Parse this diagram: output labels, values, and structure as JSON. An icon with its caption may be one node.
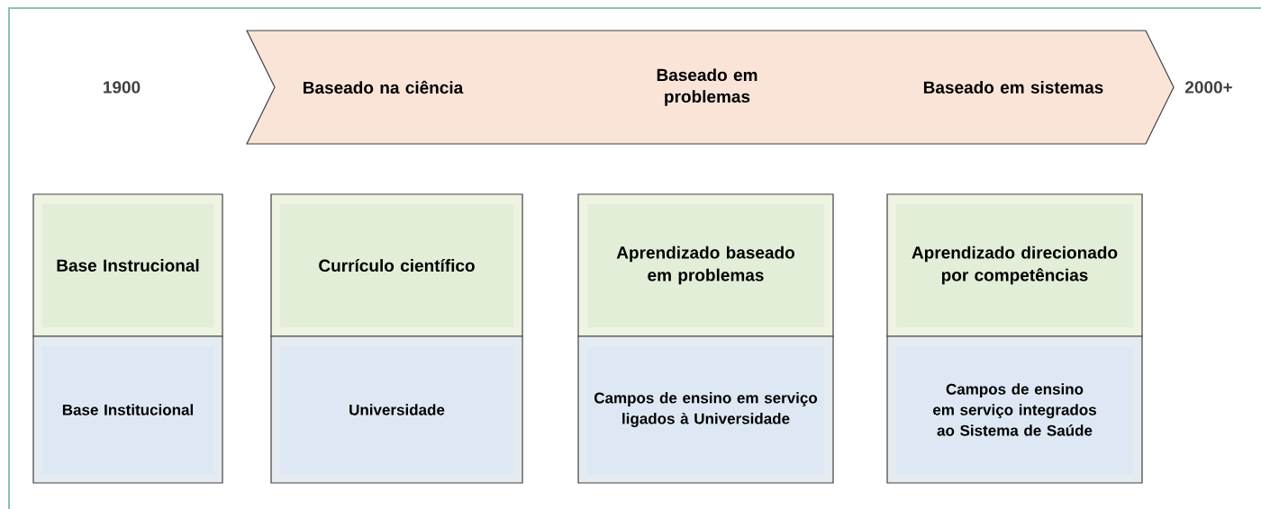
{
  "diagram": {
    "nodes": [
      {
        "text": [
          "Baseado na ciência",
          "Baseado em problemas",
          "Baseado em sistemas"
        ]
      },
      {
        "text": [
          "Base Instrucional"
        ]
      },
      {
        "text": [
          "Base Institucional"
        ]
      },
      {
        "text": [
          "Currículo científico"
        ]
      },
      {
        "text": [
          "Universidade"
        ]
      },
      {
        "text": [
          "Aprendizado baseado em problemas"
        ]
      },
      {
        "text": [
          "Campos de ensino em serviço ligados à Universidade"
        ]
      },
      {
        "text": [
          "Aprendizado direcionado por competências"
        ]
      },
      {
        "text": [
          "Campos de ensino em serviço integrados ao Sistema de Saúde"
        ]
      }
    ],
    "labels": [
      "1900",
      "2000+"
    ]
  }
}
